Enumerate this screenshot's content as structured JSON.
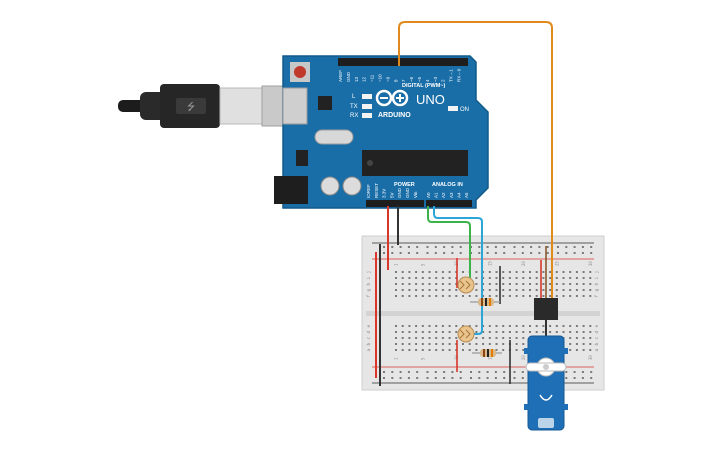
{
  "board": {
    "brand": "ARDUINO",
    "model": "UNO",
    "digital_header_label": "DIGITAL (PWM~)",
    "power_label": "POWER",
    "analog_label": "ANALOG IN",
    "on_led_label": "ON",
    "tx_label": "TX",
    "rx_label": "RX",
    "l_label": "L",
    "digital_pins": [
      "AREF",
      "GND",
      "13",
      "12",
      "~11",
      "~10",
      "~9",
      "8",
      "7",
      "~6",
      "~5",
      "4",
      "~3",
      "2",
      "TX→1",
      "RX←0"
    ],
    "power_pins": [
      "IOREF",
      "RESET",
      "3.3V",
      "5V",
      "GND",
      "GND",
      "Vin"
    ],
    "analog_pins": [
      "A0",
      "A1",
      "A2",
      "A3",
      "A4",
      "A5"
    ]
  },
  "breadboard": {
    "column_numbers": [
      "1",
      "5",
      "10",
      "15",
      "20",
      "25",
      "30"
    ],
    "row_letters_top": [
      "j",
      "i",
      "h",
      "g",
      "f"
    ],
    "row_letters_bottom": [
      "e",
      "d",
      "c",
      "b",
      "a"
    ]
  },
  "colors": {
    "arduino_blue": "#1a6ea8",
    "breadboard": "#e6e6e6",
    "wire_orange": "#e08a1e",
    "wire_green": "#3bb34a",
    "wire_blue": "#2aa6d9",
    "wire_red": "#d8372b",
    "wire_black": "#333333",
    "servo_blue": "#1e6fb5"
  }
}
